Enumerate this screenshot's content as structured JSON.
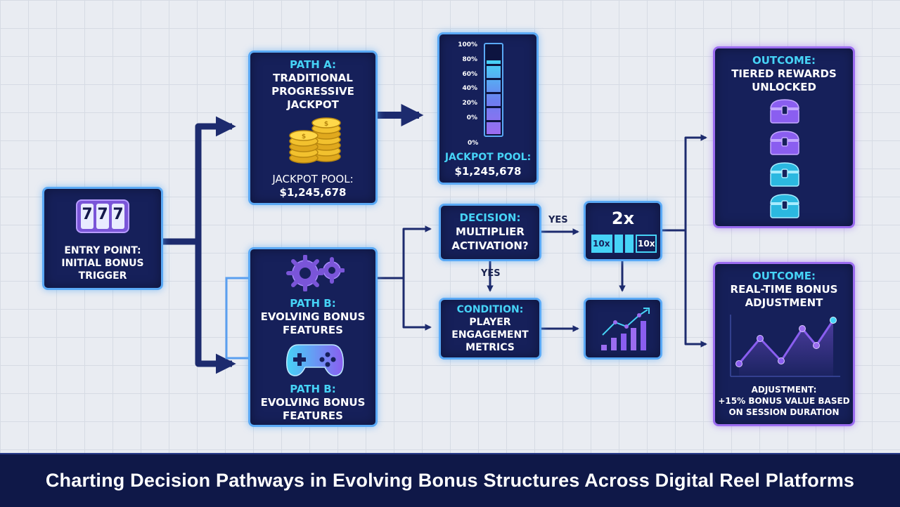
{
  "colors": {
    "node_fill": "#16205a",
    "border_cyan": "#5aa9f5",
    "border_violet": "#9b6cf0",
    "accent_cyan": "#46d3f6",
    "accent_violet": "#9b6cf0",
    "gold": "#f2c12e",
    "wire": "#1d2b6e",
    "footer_bg": "#0f1848"
  },
  "entry": {
    "icon": "slot-machine-icon",
    "reel_symbols": [
      "7",
      "7",
      "7"
    ],
    "lines": [
      "ENTRY POINT:",
      "INITIAL BONUS",
      "TRIGGER"
    ]
  },
  "path_a": {
    "lines": [
      "PATH A:",
      "TRADITIONAL",
      "PROGRESSIVE",
      "JACKPOT"
    ],
    "icon": "gold-coins-icon",
    "pool_lines": [
      "JACKPOT POOL:",
      "$1,245,678"
    ]
  },
  "meter": {
    "ticks": [
      "100%",
      "80%",
      "60%",
      "40%",
      "20%",
      "0%"
    ],
    "zero_label": "0%",
    "fill_fraction": 0.83,
    "pool_lines": [
      "JACKPOT POOL:",
      "$1,245,678"
    ]
  },
  "path_b": {
    "top_icon": "gears-icon",
    "top_lines": [
      "PATH B:",
      "EVOLVING BONUS",
      "FEATURES"
    ],
    "bottom_icon": "gamepad-icon",
    "bottom_lines": [
      "PATH B:",
      "EVOLVING BONUS",
      "FEATURES"
    ]
  },
  "decision": {
    "lines": [
      "DECISION:",
      "MULTIPLIER",
      "ACTIVATION?"
    ]
  },
  "condition": {
    "lines": [
      "CONDITION:",
      "PLAYER",
      "ENGAGEMENT",
      "METRICS"
    ]
  },
  "multiplier": {
    "value": "2x",
    "left_label": "10x",
    "right_label": "10x"
  },
  "growth": {
    "icon": "rising-bar-chart-icon"
  },
  "edges": {
    "yes_right": "YES",
    "yes_down": "YES"
  },
  "outcome_rewards": {
    "lines": [
      "OUTCOME:",
      "TIERED REWARDS",
      "UNLOCKED"
    ],
    "chests": [
      "violet",
      "violet",
      "cyan",
      "cyan"
    ]
  },
  "outcome_adjust": {
    "lines": [
      "OUTCOME:",
      "REAL-TIME BONUS",
      "ADJUSTMENT"
    ],
    "icon": "line-trend-chart-icon",
    "note_lines": [
      "ADJUSTMENT:",
      "+15% BONUS VALUE BASED",
      "ON SESSION DURATION"
    ]
  },
  "footer": {
    "title": "Charting Decision Pathways in Evolving Bonus Structures Across Digital Reel Platforms"
  }
}
